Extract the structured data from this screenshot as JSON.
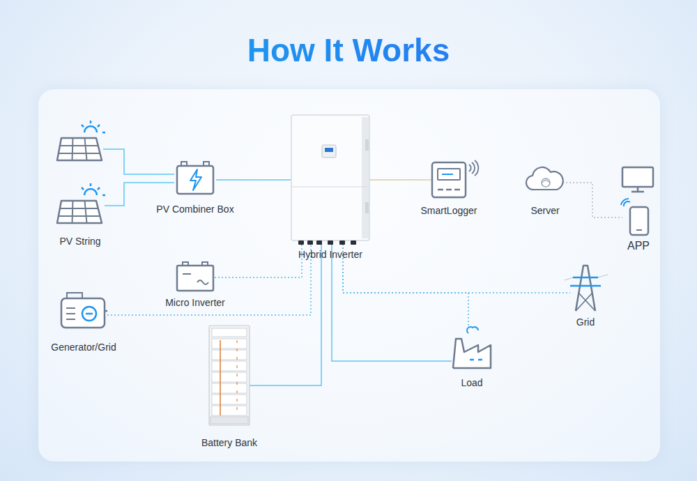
{
  "diagram": {
    "title": "How It Works",
    "nodes": [
      {
        "text": [
          "PV String"
        ]
      },
      {
        "text": [
          "PV Combiner Box"
        ]
      },
      {
        "text": [
          "Hybrid Inverter"
        ]
      },
      {
        "text": [
          "SmartLogger"
        ]
      },
      {
        "text": [
          "Server"
        ]
      },
      {
        "text": [
          "APP"
        ]
      },
      {
        "text": [
          "Micro Inverter"
        ]
      },
      {
        "text": [
          "Generator/Grid"
        ]
      },
      {
        "text": [
          "Grid"
        ]
      },
      {
        "text": [
          "Load"
        ]
      },
      {
        "text": [
          "Battery Bank"
        ]
      }
    ],
    "edges": [
      {
        "from": 0,
        "to": 1,
        "arrow": "none"
      },
      {
        "from": 1,
        "to": 2,
        "arrow": "none"
      },
      {
        "from": 2,
        "to": 3,
        "arrow": "none"
      },
      {
        "from": 4,
        "to": 5,
        "arrow": "none"
      },
      {
        "from": 6,
        "to": 2,
        "arrow": "none"
      },
      {
        "from": 7,
        "to": 2,
        "arrow": "none"
      },
      {
        "from": 2,
        "to": 8,
        "arrow": "none"
      },
      {
        "from": 2,
        "to": 9,
        "arrow": "none"
      },
      {
        "from": 2,
        "to": 9,
        "arrow": "none"
      },
      {
        "from": 10,
        "to": 2,
        "arrow": "none"
      }
    ]
  }
}
